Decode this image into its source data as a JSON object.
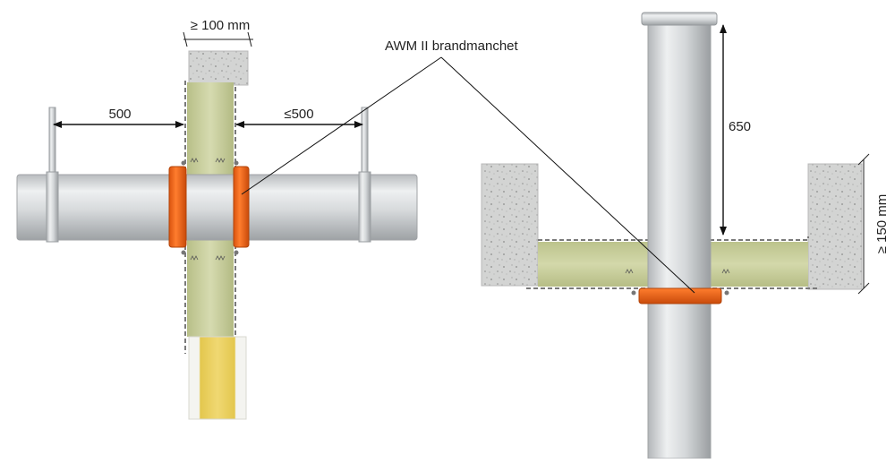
{
  "labels": {
    "wall_thickness": "≥ 100 mm",
    "callout": "AWM II brandmanchet",
    "left_support_distance": "500",
    "right_support_distance": "≤500",
    "vertical_distance": "650",
    "floor_thickness": "≥ 150 mm"
  },
  "colors": {
    "collar": "#f26a1b",
    "collar_dark": "#c94a0a",
    "pipe": "#d9dcde",
    "pipe_edge": "#a7aaad",
    "mineral_wool": "#c9cfa0",
    "concrete": "#cfd0cf",
    "stone_wool_slab": "#e8cf5a"
  }
}
